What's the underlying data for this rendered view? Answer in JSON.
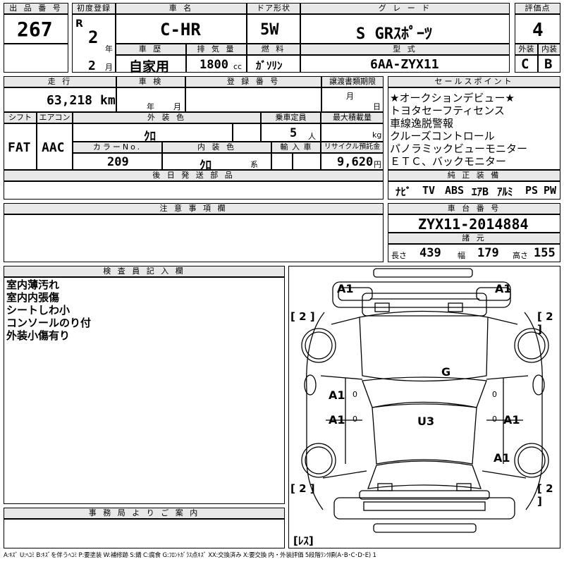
{
  "header": {
    "lot_no_label": "出 品 番 号",
    "lot_no": "267",
    "first_reg_label": "初度登録",
    "era": "R",
    "year": "2",
    "year_unit": "年",
    "month": "2",
    "month_unit": "月",
    "car_name_label": "車 名",
    "car_name": "C-HR",
    "door_label": "ドア形状",
    "door": "5W",
    "grade_label": "グ レ ー ド",
    "grade": "S GRｽﾎﾟｰﾂ",
    "score_label": "評価点",
    "score": "4",
    "history_label": "車 歴",
    "history": "自家用",
    "displacement_label": "排 気 量",
    "displacement": "1800",
    "displacement_unit": "cc",
    "fuel_label": "燃 料",
    "fuel": "ｶﾞｿﾘﾝ",
    "model_label": "型 式",
    "model": "6AA-ZYX11",
    "exterior_label": "外装",
    "exterior": "C",
    "interior_label": "内装",
    "interior": "B"
  },
  "details": {
    "mileage_label": "走 行",
    "mileage": "63,218",
    "mileage_unit": "km",
    "inspection_label": "車 検",
    "insp_year_unit": "年",
    "insp_month_unit": "月",
    "reg_no_label": "登 録 番 号",
    "transfer_label": "譲渡書類期限",
    "transfer_month_unit": "月",
    "transfer_day_unit": "日",
    "shift_label": "シフト",
    "shift": "FAT",
    "ac_label": "エアコン",
    "ac": "AAC",
    "ext_color_label": "外 装 色",
    "ext_color": "ｸﾛ",
    "capacity_label": "乗車定員",
    "capacity": "5",
    "capacity_unit": "人",
    "max_load_label": "最大積載量",
    "max_load_unit": "kg",
    "color_no_label": "カラーNo.",
    "color_no": "209",
    "int_color_label": "内 装 色",
    "int_color": "ｸﾛ",
    "int_color_unit": "系",
    "import_label": "輸 入 車",
    "recycle_label": "リサイクル預託金",
    "recycle": "9,620",
    "recycle_unit": "円",
    "later_parts_label": "後 日 発 送 部 品",
    "notes_label": "注 意 事 項 欄"
  },
  "sales_points": {
    "label": "セールスポイント",
    "items": [
      "★オークションデビュー★",
      "トヨタセーフティセンス",
      "車線逸脱警報",
      "クルーズコントロール",
      "パノラミックビューモニター",
      "ＥＴＣ、バックモニター"
    ]
  },
  "equipment": {
    "label": "純 正 装 備",
    "items": [
      "ﾅﾋﾞ",
      "TV",
      "ABS",
      "ｴｱB",
      "ｱﾙﾐ",
      "PS",
      "PW"
    ]
  },
  "chassis": {
    "label": "車 台 番 号",
    "value": "ZYX11-2014884"
  },
  "dimensions": {
    "label": "諸 元",
    "length_label": "長さ",
    "length": "439",
    "width_label": "幅",
    "width": "179",
    "height_label": "高さ",
    "height": "155"
  },
  "inspector": {
    "label": "検 査 員 記 入 欄",
    "lines": [
      "室内薄汚れ",
      "室内内張傷",
      "シートしわ小",
      "コンソールのり付",
      "外装小傷有り"
    ]
  },
  "office": {
    "label": "事 務 局 よ り ご 案 内"
  },
  "diagram": {
    "marks": [
      "A1",
      "A1",
      "A1",
      "A1",
      "A1",
      "A1",
      "G",
      "U3"
    ],
    "tires": [
      "[ 2 ]",
      "[ 2 ]",
      "[ 2 ]",
      "[ 2 ]"
    ],
    "zeros": [
      "0",
      "0",
      "0",
      "0"
    ],
    "res": "[ﾚｽ]"
  },
  "legend": "A:ｷｽﾞ U:ﾍｺﾐ B:ｷｽﾞを伴うﾍｺﾐ P:要塗装 W:補修跡 S:錆 C:腐食 G:ﾌﾛﾝﾄｶﾞﾗｽ点ｷｽﾞ XX:交換済み X:要交換 内・外装評価 5段階ﾗﾝｸ順(A･B･C･D･E) 1"
}
